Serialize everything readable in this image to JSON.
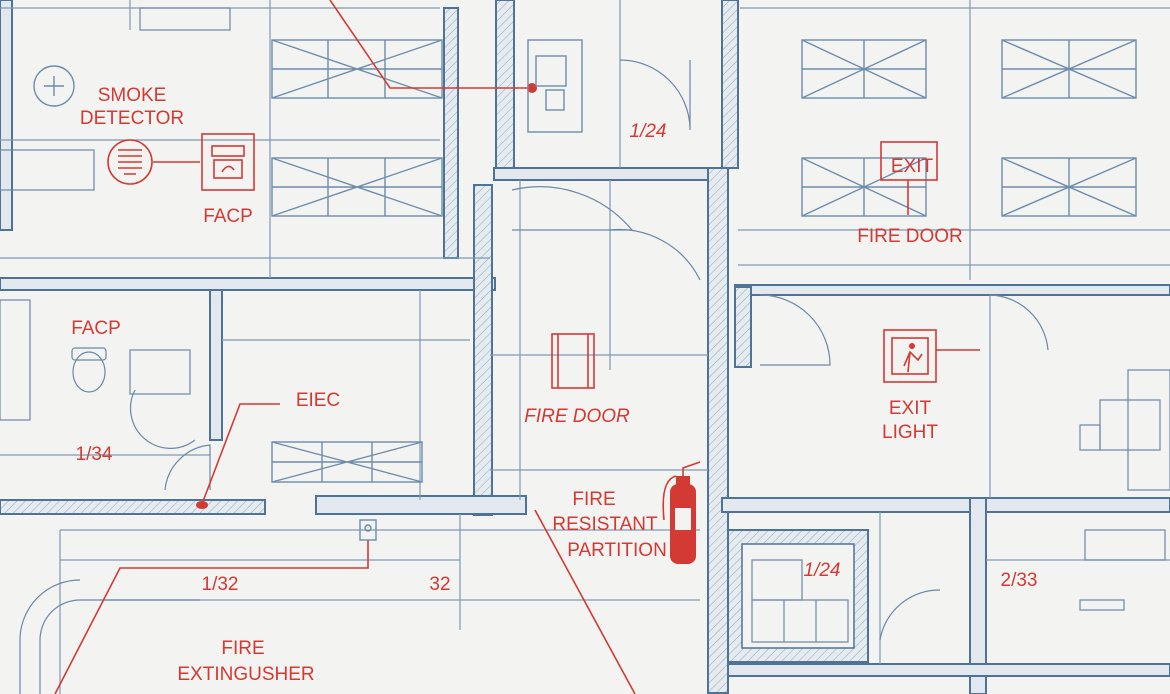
{
  "labels": {
    "smoke_line1": "SMOKE",
    "smoke_line2": "DETECTOR",
    "facp_top": "FACP",
    "facp_left": "FACP",
    "eiec": "EIEC",
    "dim_1_34": "1/34",
    "dim_1_32": "1/32",
    "dim_32": "32",
    "fire_ext_line1": "FIRE",
    "fire_ext_line2": "EXTINGUSHER",
    "dim_1_24_top": "1/24",
    "fire_door_center": "FIRE DOOR",
    "partition_line1": "FIRE",
    "partition_line2": "RESISTANT",
    "partition_line3": "PARTITION",
    "exit_sign": "EXIT",
    "fire_door_right": "FIRE DOOR",
    "exit_light_line1": "EXIT",
    "exit_light_line2": "LIGHT",
    "dim_1_24_bottom": "1/24",
    "dim_2_33": "2/33"
  },
  "icons": {
    "smoke_detector": "smoke-detector-icon",
    "facp_panel": "facp-panel-icon",
    "fire_door": "fire-door-icon",
    "fire_extinguisher": "fire-extinguisher-icon",
    "exit_sign": "exit-sign-icon",
    "exit_light": "exit-light-icon",
    "fire_alarm_panel": "fire-alarm-panel-icon"
  },
  "colors": {
    "annotation_red": "#d43a34",
    "wall_blue": "#4f7397",
    "line_blue": "#7e9ab7",
    "paper": "#f3f3f1"
  }
}
